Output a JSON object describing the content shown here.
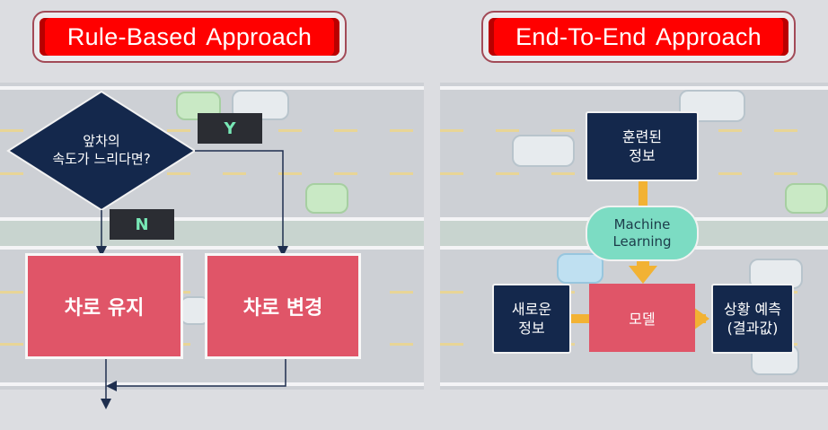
{
  "rule_based": {
    "title": "Rule-Based Approach",
    "decision": {
      "line1": "앞차의",
      "line2": "속도가 느리다면?"
    },
    "yes_label": "Y",
    "no_label": "N",
    "keep_lane": "차로 유지",
    "change_lane": "차로 변경"
  },
  "end_to_end": {
    "title": "End-To-End Approach",
    "trained_info": {
      "line1": "훈련된",
      "line2": "정보"
    },
    "ml": {
      "line1": "Machine",
      "line2": "Learning"
    },
    "new_info": {
      "line1": "새로운",
      "line2": "정보"
    },
    "model": "모델",
    "prediction": {
      "line1": "상황 예측",
      "line2": "(결과값)"
    }
  },
  "colors": {
    "title_red": "#ff0000",
    "box_red": "#e05568",
    "navy": "#14284c",
    "ml_teal": "#7cdcc3",
    "arrow_orange": "#f2b233",
    "yn_text": "#78e8b6"
  }
}
